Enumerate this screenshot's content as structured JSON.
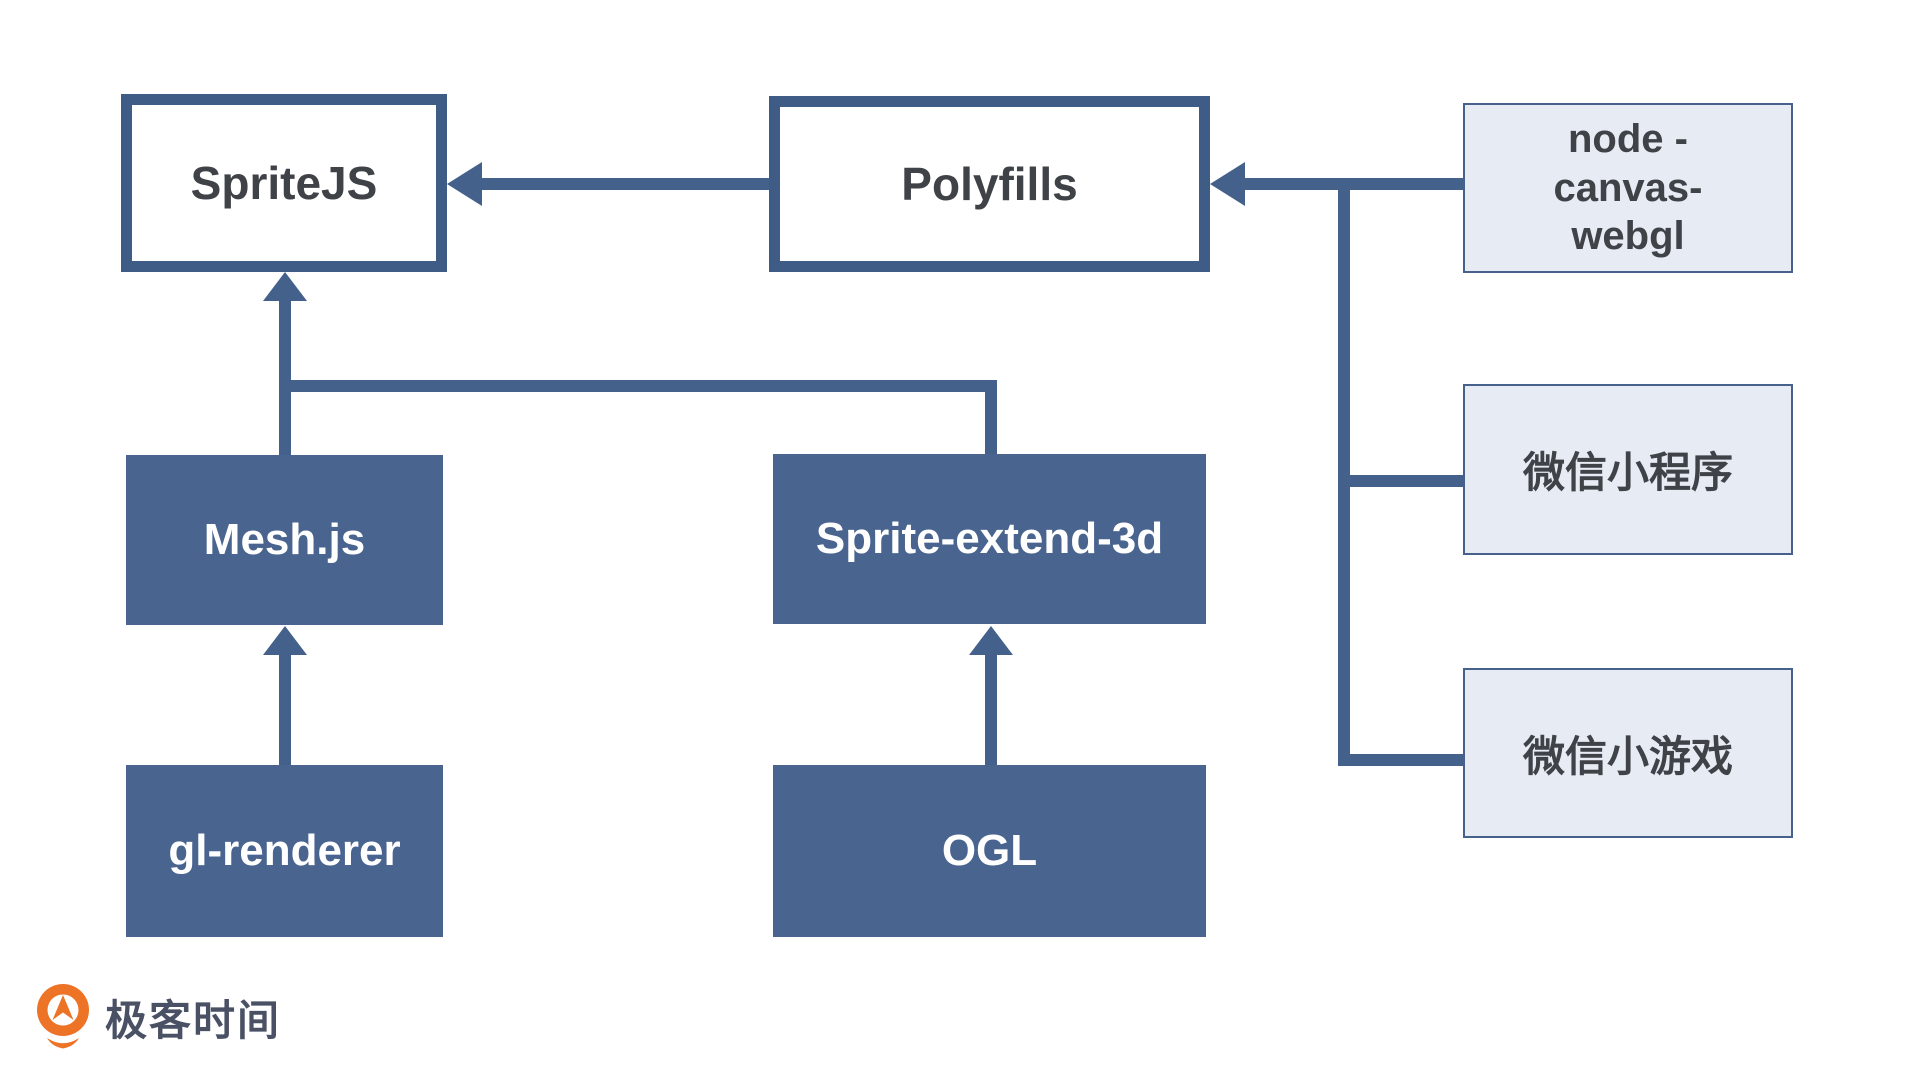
{
  "diagram": {
    "nodes": {
      "spritejs": {
        "label": "SpriteJS"
      },
      "polyfills": {
        "label": "Polyfills"
      },
      "node_canvas_webgl": {
        "line1": "node -",
        "line2": "canvas-",
        "line3": "webgl"
      },
      "wechat_miniprogram": {
        "label": "微信小程序"
      },
      "wechat_minigame": {
        "label": "微信小游戏"
      },
      "meshjs": {
        "label": "Mesh.js"
      },
      "sprite_extend_3d": {
        "label": "Sprite-extend-3d"
      },
      "gl_renderer": {
        "label": "gl-renderer"
      },
      "ogl": {
        "label": "OGL"
      }
    },
    "colors": {
      "line": "#44618c",
      "heavy_border": "#3e5c86",
      "dark_fill": "#48648f",
      "light_fill": "#e7ebf4",
      "light_border": "#46618c",
      "text_dark": "#3f4247",
      "text_light": "#ffffff"
    }
  },
  "footer": {
    "brand_text": "极客时间",
    "brand_color": "#ed7326",
    "brand_text_color": "#4a5164"
  }
}
